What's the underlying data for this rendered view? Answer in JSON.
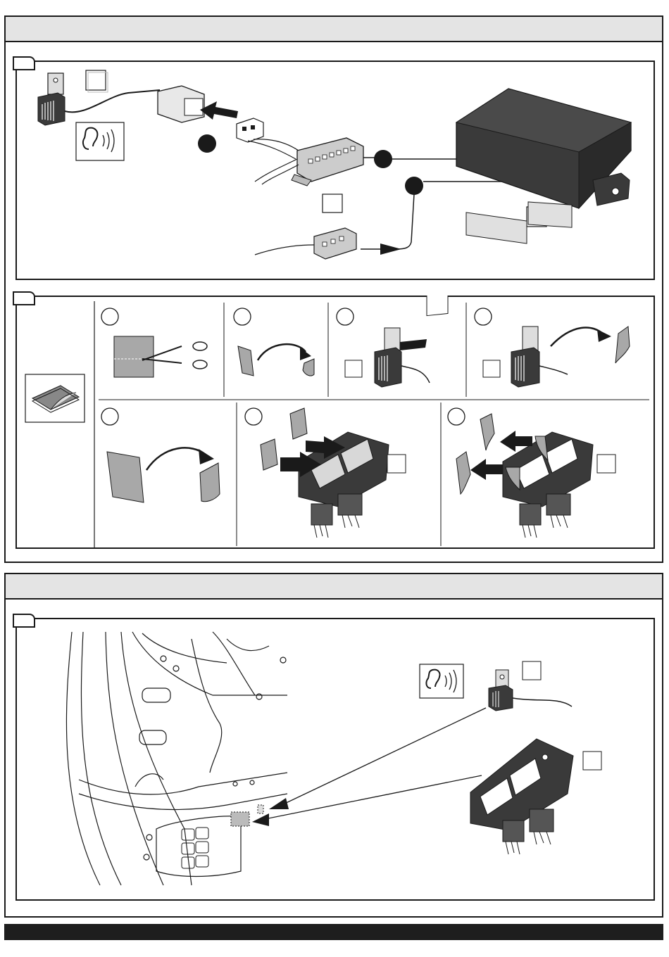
{
  "document": {
    "sections": [
      {
        "id": "section-1",
        "header_text": ""
      },
      {
        "id": "section-2",
        "header_text": ""
      }
    ],
    "steps": [
      {
        "id": "step-a",
        "number": ""
      },
      {
        "id": "step-b",
        "number": ""
      },
      {
        "id": "step-c",
        "number": ""
      }
    ]
  },
  "icons": {
    "hearing": "ear-sound-icon",
    "scissors": "scissors-icon",
    "adhesive_pad": "double-sided-tape-icon",
    "arrow": "arrow-icon"
  },
  "colors": {
    "ink": "#1a1a1a",
    "header_fill": "#e4e4e4",
    "component_dark": "#3a3a3a",
    "pad_gray": "#a8a8a8",
    "footer_bar": "#1e1e1e"
  }
}
